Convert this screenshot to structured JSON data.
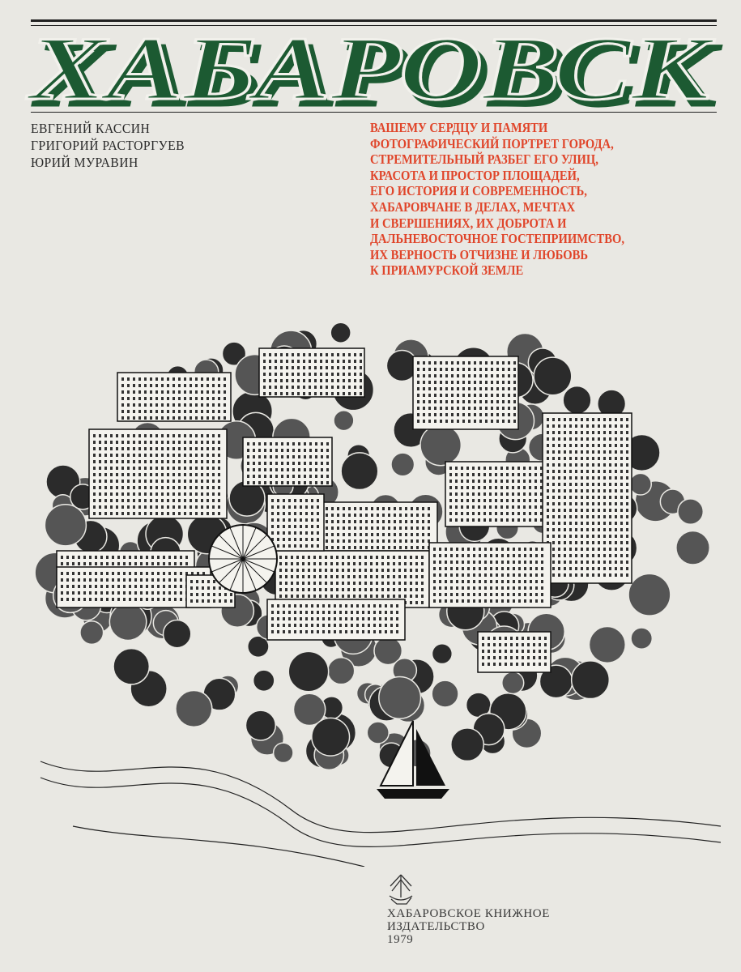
{
  "cover": {
    "title": "ХАБАРОВСК",
    "authors": [
      "ЕВГЕНИЙ КАССИН",
      "ГРИГОРИЙ РАСТОРГУЕВ",
      "ЮРИЙ МУРАВИН"
    ],
    "dedication": [
      "ВАШЕМУ СЕРДЦУ И ПАМЯТИ",
      "ФОТОГРАФИЧЕСКИЙ ПОРТРЕТ ГОРОДА,",
      "СТРЕМИТЕЛЬНЫЙ РАЗБЕГ ЕГО УЛИЦ,",
      "КРАСОТА И ПРОСТОР ПЛОЩАДЕЙ,",
      "ЕГО ИСТОРИЯ И СОВРЕМЕННОСТЬ,",
      "ХАБАРОВЧАНЕ В ДЕЛАХ, МЕЧТАХ",
      "И СВЕРШЕНИЯХ, ИХ ДОБРОТА И",
      "ДАЛЬНЕВОСТОЧНОЕ ГОСТЕПРИИМСТВО,",
      "ИХ ВЕРНОСТЬ ОТЧИЗНЕ И ЛЮБОВЬ",
      "К ПРИАМУРСКОЙ ЗЕМЛЕ"
    ],
    "publisher": [
      "ХАБАРОВСКОЕ КНИЖНОЕ",
      "ИЗДАТЕЛЬСТВО"
    ],
    "year": "1979"
  },
  "colors": {
    "title_green": "#1f5a32",
    "dedication_red": "#e0452a",
    "paper": "#e9e8e3",
    "ink": "#1a1a1a"
  }
}
